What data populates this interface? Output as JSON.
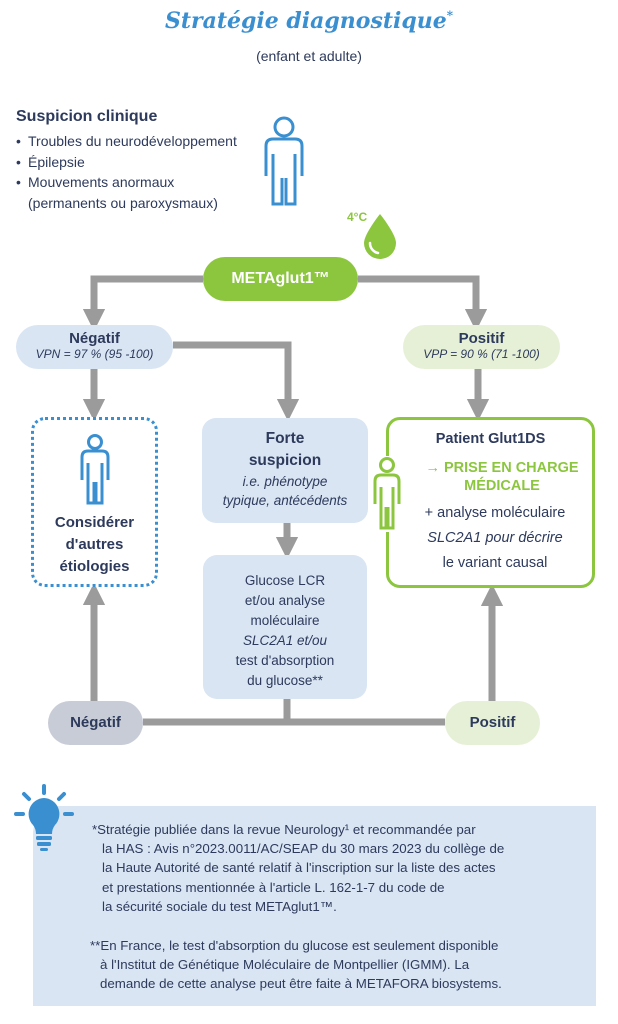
{
  "title": "Stratégie diagnostique",
  "title_mark": "*",
  "subtitle": "(enfant et adulte)",
  "suspicion": {
    "title": "Suspicion clinique",
    "items": [
      "Troubles du neurodéveloppement",
      "Épilepsie",
      "Mouvements anormaux (permanents ou paroxysmaux)"
    ]
  },
  "temperature": "4°C",
  "test": {
    "label": "METAglut1™"
  },
  "negative_top": {
    "label": "Négatif",
    "value": "VPN = 97 % (95 -100)"
  },
  "positive_top": {
    "label": "Positif",
    "value": "VPP = 90 % (71 -100)"
  },
  "consider": {
    "lines": [
      "Considérer",
      "d'autres",
      "étiologies"
    ]
  },
  "forte": {
    "title_lines": [
      "Forte",
      "suspicion"
    ],
    "detail_lines": [
      "i.e. phénotype",
      "typique, antécédents"
    ]
  },
  "glucose": {
    "lines": [
      "Glucose LCR",
      "et/ou analyse",
      "moléculaire",
      "SLC2A1 et/ou",
      "test d'absorption",
      "du glucose**"
    ]
  },
  "patient": {
    "title": "Patient Glut1DS",
    "prise_lines": [
      "→ PRISE EN CHARGE",
      "MÉDICALE"
    ],
    "analyse_lines": [
      "+ analyse moléculaire",
      "SLC2A1 pour décrire",
      "le variant causal"
    ]
  },
  "negative_bottom": {
    "label": "Négatif"
  },
  "positive_bottom": {
    "label": "Positif"
  },
  "notes": {
    "note1_lines": [
      "*Stratégie publiée dans la revue Neurology¹ et recommandée par",
      "la HAS : Avis n°2023.0011/AC/SEAP du 30 mars 2023 du collège de",
      "la Haute Autorité de santé relatif à l'inscription sur la liste des actes",
      "et prestations mentionnée à l'article L. 162-1-7 du code de",
      "la sécurité sociale du test METAglut1™."
    ],
    "note2_lines": [
      "**En France, le test d'absorption du glucose est seulement disponible",
      "à l'Institut de Génétique Moléculaire de Montpellier (IGMM). La",
      "demande de cette analyse peut être faite à METAFORA biosystems."
    ]
  },
  "colors": {
    "blue": "#3a8fd0",
    "navy": "#2d3a5c",
    "green": "#8cc63f",
    "light_blue": "#d9e5f3",
    "light_green": "#e6f0d6",
    "gray_pill": "#c8ccd6",
    "arrow_gray": "#9b9b9b"
  }
}
